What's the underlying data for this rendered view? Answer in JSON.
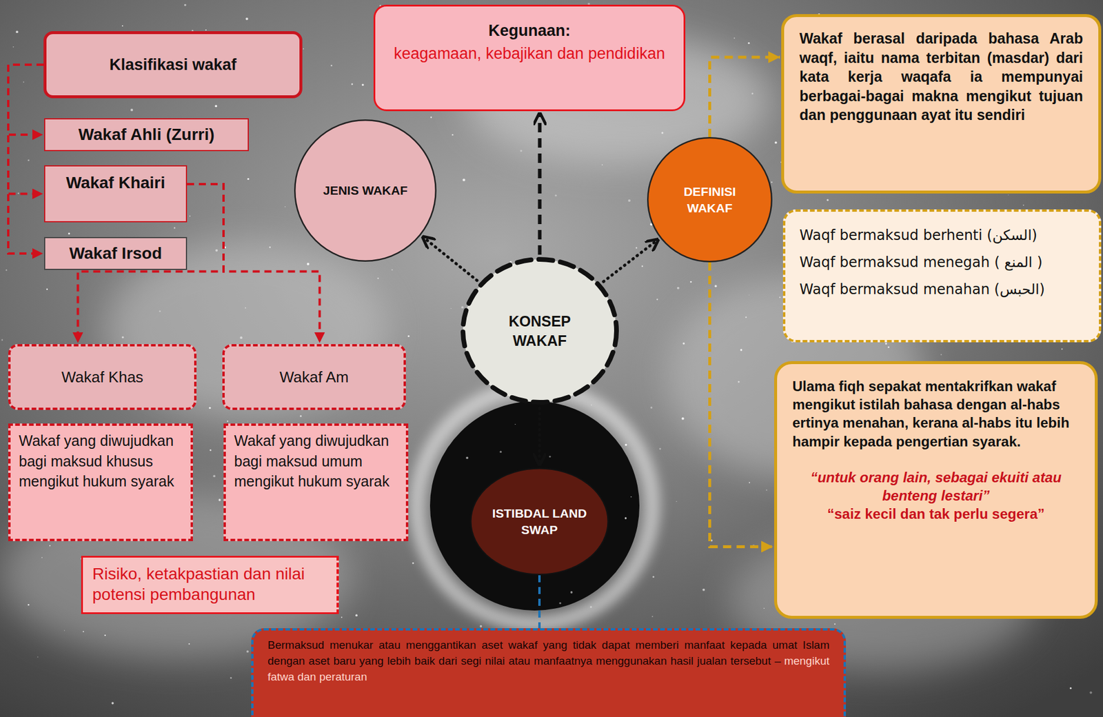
{
  "diagram": {
    "nodes": [
      {
        "text": [
          "Klasifikasi wakaf"
        ]
      },
      {
        "text": [
          "Wakaf Ahli (Zurri)"
        ]
      },
      {
        "text": [
          "Wakaf Khairi"
        ]
      },
      {
        "text": [
          "Wakaf Irsod"
        ]
      },
      {
        "text": [
          "Wakaf Khas"
        ]
      },
      {
        "text": [
          "Wakaf yang diwujudkan bagi maksud khusus mengikut hukum syarak"
        ]
      },
      {
        "text": [
          "Wakaf Am"
        ]
      },
      {
        "text": [
          "Wakaf yang diwujudkan bagi maksud umum mengikut hukum syarak"
        ]
      },
      {
        "text": [
          "Risiko, ketakpastian dan nilai potensi pembangunan"
        ]
      },
      {
        "text": [
          "Kegunaan:",
          "keagamaan, kebajikan dan pendidikan"
        ]
      },
      {
        "text": [
          "JENIS WAKAF"
        ]
      },
      {
        "text": [
          "KONSEP WAKAF"
        ]
      },
      {
        "text": [
          "DEFINISI WAKAF"
        ]
      },
      {
        "text": [
          "ISTIBDAL LAND SWAP"
        ]
      },
      {
        "text": [
          "Bermaksud menukar atau menggantikan aset wakaf yang tidak dapat memberi manfaat kepada umat Islam dengan aset baru yang lebih baik dari segi nilai atau manfaatnya menggunakan hasil jualan tersebut –",
          "mengikut fatwa dan peraturan"
        ]
      },
      {
        "text": [
          "Wakaf berasal daripada bahasa Arab waqf, iaitu nama terbitan (masdar) dari kata kerja waqafa ia mempunyai berbagai-bagai makna mengikut tujuan dan penggunaan ayat itu sendiri"
        ]
      },
      {
        "text": [
          "Waqf bermaksud berhenti (السكن)",
          "Waqf bermaksud menegah ( المنع )",
          "Waqf bermaksud menahan (الحبس)"
        ]
      },
      {
        "text": [
          "Ulama fiqh sepakat mentakrifkan wakaf mengikut istilah bahasa dengan al-habs ertinya menahan, kerana al-habs itu lebih hampir kepada pengertian syarak.",
          "“untuk orang lain, sebagai ekuiti atau benteng lestari”",
          "“saiz kecil dan tak perlu segera”"
        ]
      }
    ],
    "edges": [
      {
        "from": 0,
        "to": 1,
        "arrow": "to"
      },
      {
        "from": 0,
        "to": 2,
        "arrow": "to"
      },
      {
        "from": 0,
        "to": 3,
        "arrow": "to"
      },
      {
        "from": 2,
        "to": 4,
        "arrow": "to"
      },
      {
        "from": 2,
        "to": 6,
        "arrow": "to"
      },
      {
        "from": 11,
        "to": 9,
        "arrow": "to"
      },
      {
        "from": 11,
        "to": 10,
        "arrow": "to"
      },
      {
        "from": 11,
        "to": 12,
        "arrow": "to"
      },
      {
        "from": 11,
        "to": 13,
        "arrow": "to"
      },
      {
        "from": 13,
        "to": 14,
        "arrow": "none"
      },
      {
        "from": 12,
        "to": 15,
        "arrow": "to"
      },
      {
        "from": 12,
        "to": 17,
        "arrow": "to"
      }
    ]
  }
}
